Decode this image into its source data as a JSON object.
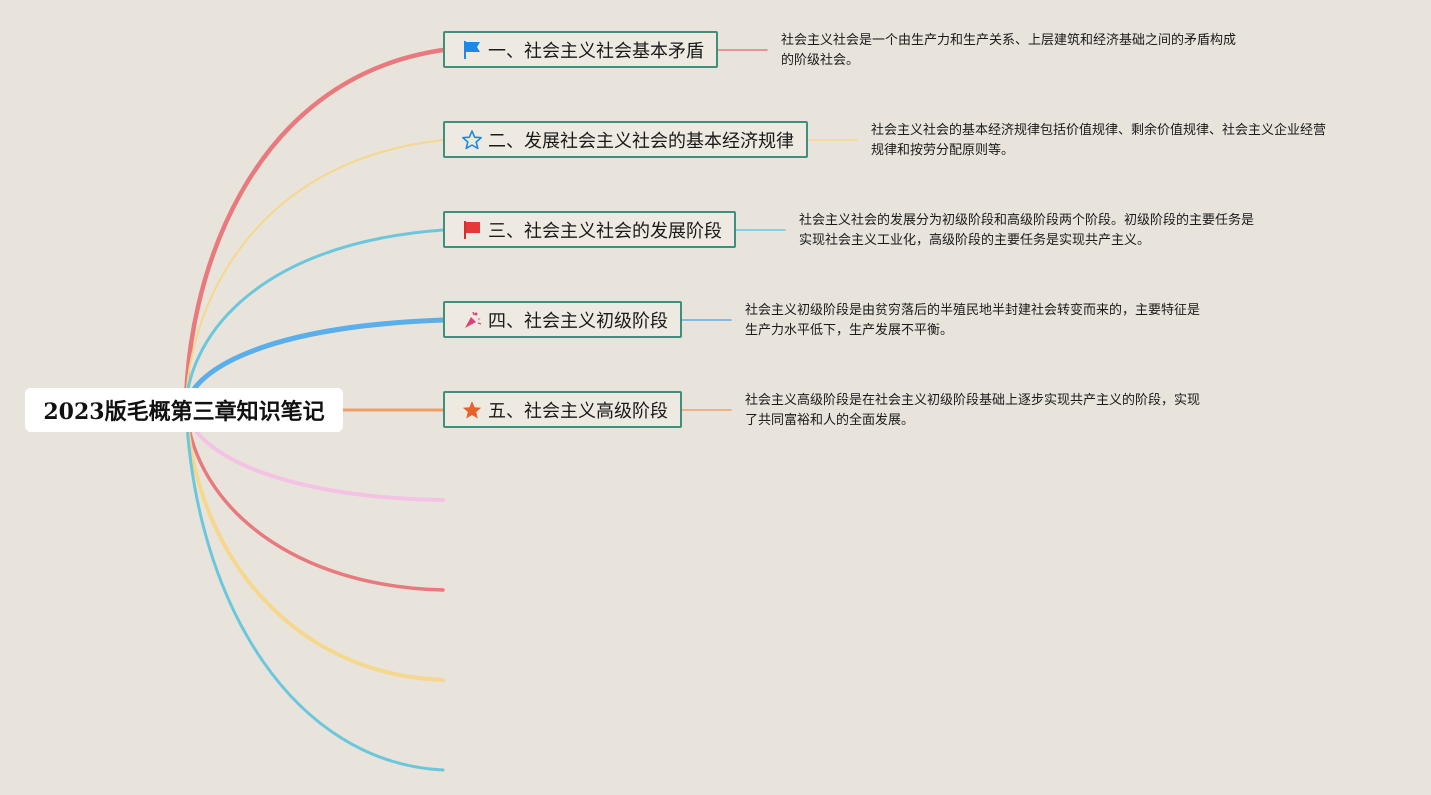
{
  "root": {
    "title": "2023版毛概第三章知识笔记"
  },
  "topics": [
    {
      "label": "一、社会主义社会基本矛盾",
      "icon": "blue-flag-icon",
      "icon_color": "#1e88e5",
      "note_line1": "社会主义社会是一个由生产力和生产关系、上层建筑和经济基础之间的矛盾构成",
      "note_line2": "的阶级社会。",
      "branch_color": "#e87a7e"
    },
    {
      "label": "二、发展社会主义社会的基本经济规律",
      "icon": "star-outline-icon",
      "icon_color": "#1e88e5",
      "note_line1": "社会主义社会的基本经济规律包括价值规律、剩余价值规律、社会主义企业经营",
      "note_line2": "规律和按劳分配原则等。",
      "branch_color": "#f5d78e"
    },
    {
      "label": "三、社会主义社会的发展阶段",
      "icon": "red-flag-icon",
      "icon_color": "#e53935",
      "note_line1": "社会主义社会的发展分为初级阶段和高级阶段两个阶段。初级阶段的主要任务是",
      "note_line2": "实现社会主义工业化，高级阶段的主要任务是实现共产主义。",
      "branch_color": "#6cc7dc"
    },
    {
      "label": "四、社会主义初级阶段",
      "icon": "party-popper-icon",
      "icon_color": "#e0407a",
      "note_line1": "社会主义初级阶段是由贫穷落后的半殖民地半封建社会转变而来的，主要特征是",
      "note_line2": "生产力水平低下，生产发展不平衡。",
      "branch_color": "#5aaeea"
    },
    {
      "label": "五、社会主义高级阶段",
      "icon": "orange-star-icon",
      "icon_color": "#e8622c",
      "note_line1": "社会主义高级阶段是在社会主义初级阶段基础上逐步实现共产主义的阶段，实现",
      "note_line2": "了共同富裕和人的全面发展。",
      "branch_color": "#efa068"
    }
  ],
  "extra_branches": [
    {
      "color": "#f4c2e4"
    },
    {
      "color": "#e87a7e"
    },
    {
      "color": "#f5d78e"
    },
    {
      "color": "#6cc7dc"
    }
  ],
  "colors": {
    "background": "#e8e4dc",
    "topic_border": "#3f8f7e"
  }
}
